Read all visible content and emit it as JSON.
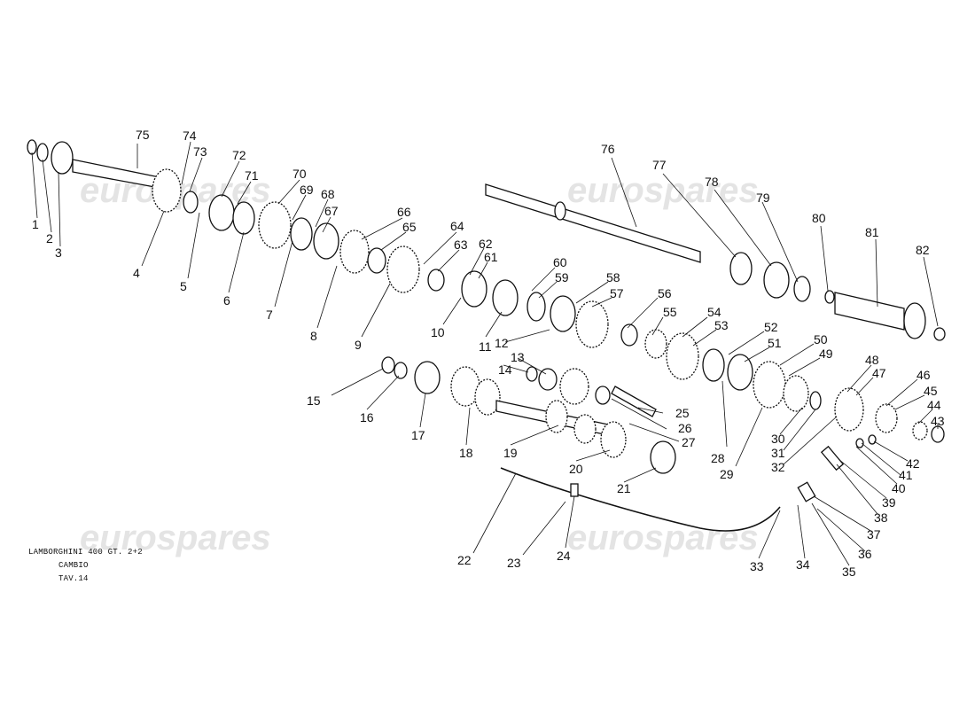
{
  "watermark": {
    "text": "eurospares"
  },
  "title_block": {
    "line1": "LAMBORGHINI 400 GT. 2+2",
    "line2": "CAMBIO",
    "line3": "TAV.14"
  },
  "callouts": [
    "1",
    "2",
    "3",
    "4",
    "5",
    "6",
    "7",
    "8",
    "9",
    "10",
    "11",
    "12",
    "13",
    "14",
    "15",
    "16",
    "17",
    "18",
    "19",
    "20",
    "21",
    "22",
    "23",
    "24",
    "25",
    "26",
    "27",
    "28",
    "29",
    "30",
    "31",
    "32",
    "33",
    "34",
    "35",
    "36",
    "37",
    "38",
    "39",
    "40",
    "41",
    "42",
    "43",
    "44",
    "45",
    "46",
    "47",
    "48",
    "49",
    "50",
    "51",
    "52",
    "53",
    "54",
    "55",
    "56",
    "57",
    "58",
    "59",
    "60",
    "61",
    "62",
    "63",
    "64",
    "65",
    "66",
    "67",
    "68",
    "69",
    "70",
    "71",
    "72",
    "73",
    "74",
    "75",
    "76",
    "77",
    "78",
    "79",
    "80",
    "81",
    "82"
  ]
}
